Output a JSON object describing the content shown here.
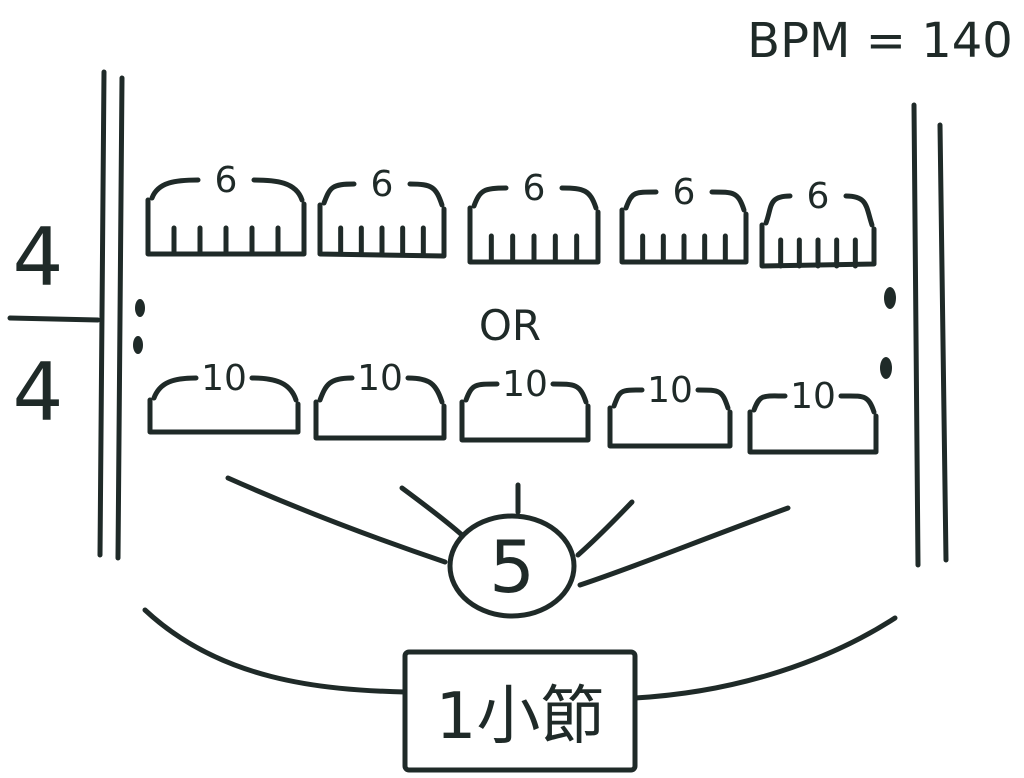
{
  "tempo": "BPM = 140",
  "time_signature": {
    "top": "4",
    "bottom": "4"
  },
  "row1": {
    "tuplet_label": "6",
    "groups": 5,
    "notes_per_group": 6
  },
  "connector": "OR",
  "row2": {
    "tuplet_label": "10",
    "groups": 5
  },
  "count_label": "5",
  "measure_label": "1小節",
  "colors": {
    "ink": "#1f2a28",
    "paper": "#ffffff"
  }
}
